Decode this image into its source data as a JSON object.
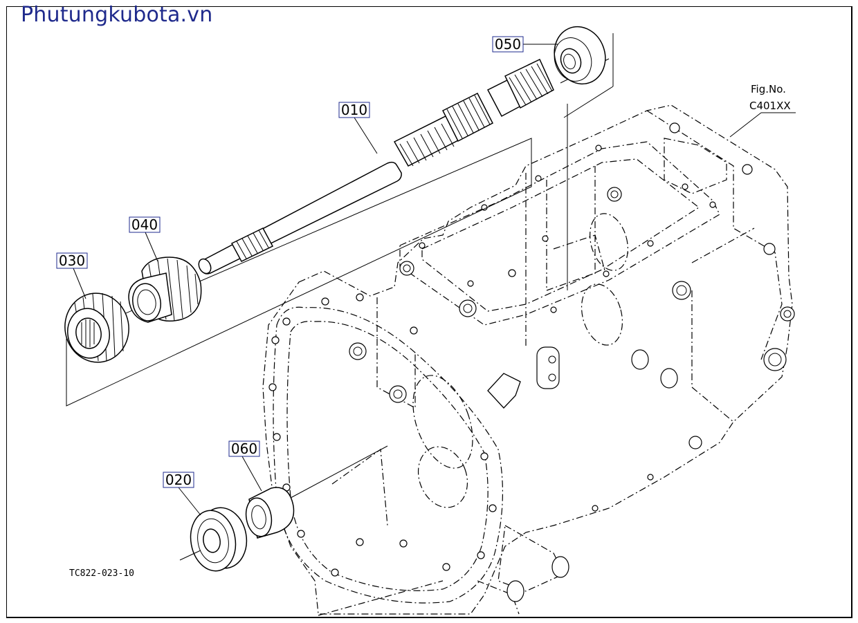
{
  "watermark": "Phutungkubota.vn",
  "figure": {
    "label": "Fig.No.",
    "number": "C401XX"
  },
  "drawing_number": "TC822-023-10",
  "callouts": [
    {
      "id": "050",
      "label": "050"
    },
    {
      "id": "010",
      "label": "010"
    },
    {
      "id": "040",
      "label": "040"
    },
    {
      "id": "030",
      "label": "030"
    },
    {
      "id": "060",
      "label": "060"
    },
    {
      "id": "020",
      "label": "020"
    }
  ]
}
